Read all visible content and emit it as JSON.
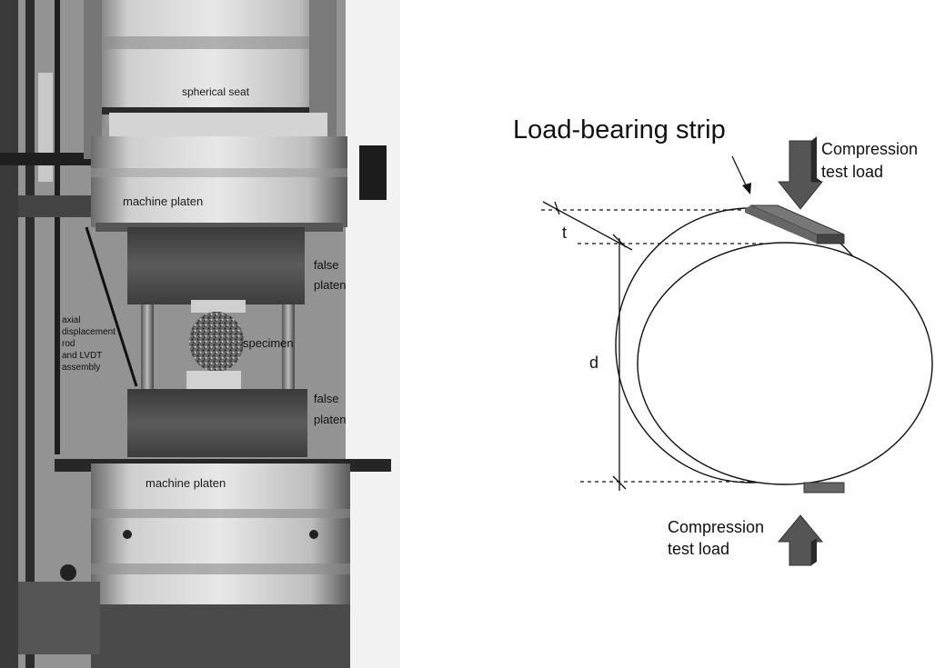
{
  "photo": {
    "labels": {
      "spherical_seat": "spherical seat",
      "machine_platen_top": "machine platen",
      "false_platen_top": [
        "false",
        "platen"
      ],
      "specimen": "specimen",
      "axial_rod": [
        "axial",
        "displacement",
        "rod",
        "and LVDT",
        "assembly"
      ],
      "false_platen_bottom": [
        "false",
        "platen"
      ],
      "machine_platen_bottom": "machine platen"
    }
  },
  "diagram": {
    "title": "Load-bearing strip",
    "top_load": [
      "Compression",
      "test load"
    ],
    "bottom_load": [
      "Compression",
      "test load"
    ],
    "dim_t": "t",
    "dim_d": "d"
  }
}
